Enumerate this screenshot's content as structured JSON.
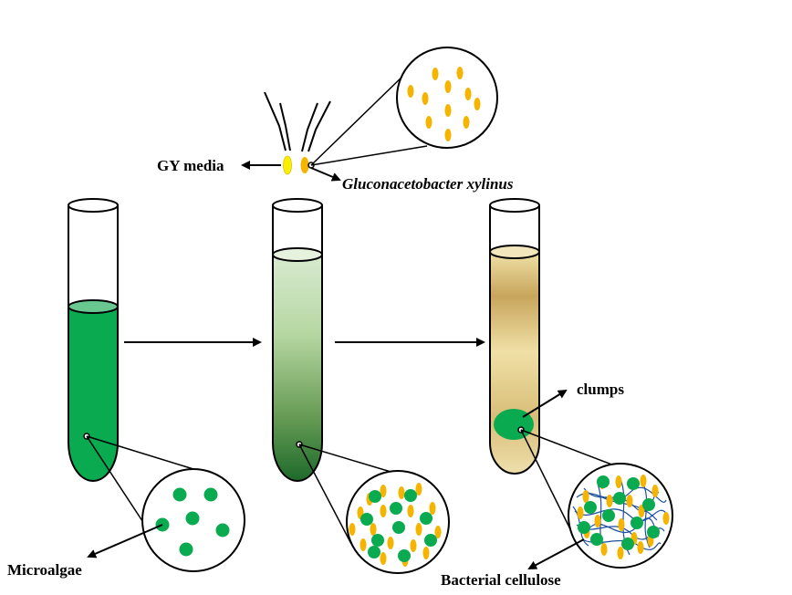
{
  "labels": {
    "gy_media": "GY media",
    "bacterium": "Gluconacetobacter xylinus",
    "clumps": "clumps",
    "microalgae": "Microalgae",
    "bacterial_cellulose": "Bacterial cellulose"
  },
  "colors": {
    "algae_green": "#0aaa50",
    "bacteria_yellow": "#f4b400",
    "gy_media_yellow": "#f8f000",
    "cellulose_blue": "#1f4fa0",
    "tube_outline": "#000000",
    "tube2_top": "#d8ead0",
    "tube2_bottom": "#1e6a2a",
    "tube3_light": "#f0e1a8",
    "tube3_dark": "#c8a55c"
  },
  "scene": {
    "stages": [
      {
        "id": "microalgae-culture",
        "contents": "microalgae"
      },
      {
        "id": "co-culture",
        "contents": "microalgae + Gluconacetobacter xylinus"
      },
      {
        "id": "flocculated",
        "contents": "microalgae clumps in bacterial cellulose"
      }
    ],
    "icons": [
      "pipette-icon",
      "pipette-icon",
      "arrow-right-icon",
      "arrow-right-icon",
      "magnifier-circle-icon"
    ]
  }
}
